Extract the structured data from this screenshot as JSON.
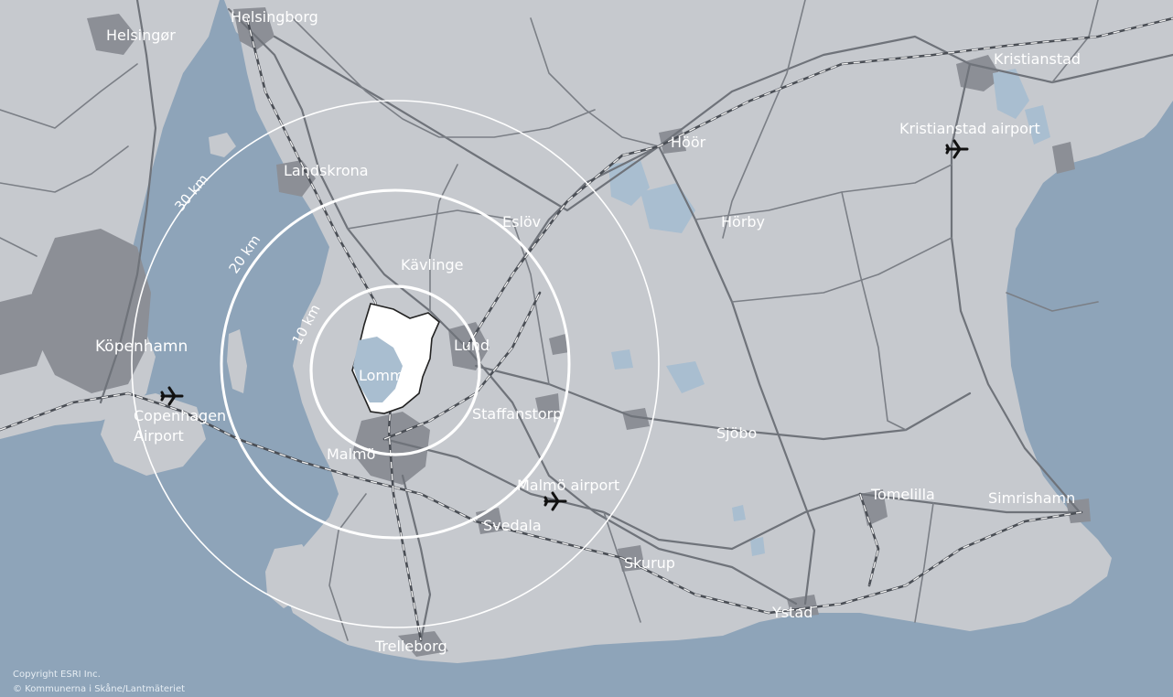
{
  "map": {
    "places": {
      "helsingor": "Helsingør",
      "helsingborg": "Helsingborg",
      "kristianstad": "Kristianstad",
      "kristianstad_airport": "Kristianstad airport",
      "landskrona": "Landskrona",
      "hoor": "Höör",
      "eslov": "Eslöv",
      "horby": "Hörby",
      "kavlinge": "Kävlinge",
      "kopenhamn": "Köpenhamn",
      "lund": "Lund",
      "lomma": "Lomma",
      "copenhagen_airport": "Copenhagen\nAirport",
      "staffanstorp": "Staffanstorp",
      "sjobo": "Sjöbo",
      "malmo": "Malmö",
      "malmo_airport": "Malmö airport",
      "tomelilla": "Tomelilla",
      "simrishamn": "Simrishamn",
      "svedala": "Svedala",
      "skurup": "Skurup",
      "ystad": "Ystad",
      "trelleborg": "Trelleborg"
    },
    "rings": {
      "r10": "10 km",
      "r20": "20 km",
      "r30": "30 km"
    },
    "copyright": {
      "line1": "Copyright ESRI Inc.",
      "line2": "© Kommunerna i Skåne/Lantmäteriet"
    },
    "icons": [
      "airplane-icon"
    ],
    "colors": {
      "sea": "#8ea4b9",
      "land": "#c6c9ce",
      "urban": "#8c8f96",
      "lake": "#a9bed0",
      "highlight_municipality": "#ffffff",
      "rings": "#ffffff"
    }
  }
}
